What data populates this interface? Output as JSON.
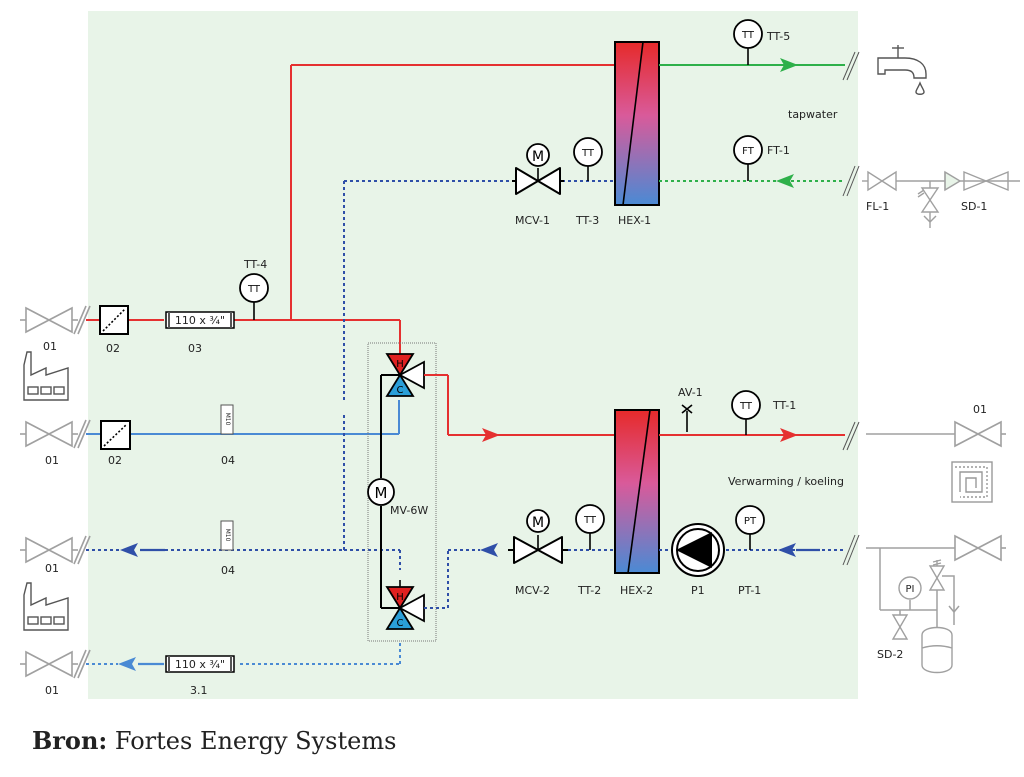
{
  "colors": {
    "background_panel": "#e8f4e8",
    "hot": "#e53030",
    "cold_supply": "#4a8ad4",
    "cold_return": "#2f4fa8",
    "tapwater": "#2eb04a",
    "external": "#a0a0a0",
    "hex_top": "#e62a2a",
    "hex_mid": "#d95a9a",
    "hex_bottom": "#4a8ad4",
    "valve_hot": "#e02020",
    "valve_cold": "#2a9fd8"
  },
  "labels": {
    "tt4": "TT-4",
    "tt4_inst": "TT",
    "tt5": "TT-5",
    "tt5_inst": "TT",
    "tt3": "TT-3",
    "tt3_inst": "TT",
    "ft1": "FT-1",
    "ft1_inst": "FT",
    "mcv1": "MCV-1",
    "mcv1_motor": "M",
    "hex1": "HEX-1",
    "tapwater": "tapwater",
    "fl1": "FL-1",
    "sd1": "SD-1",
    "mv6w": "MV-6W",
    "mv6w_motor": "M",
    "hot_port": "H",
    "cold_port": "C",
    "av1": "AV-1",
    "tt1": "TT-1",
    "tt1_inst": "TT",
    "hex2": "HEX-2",
    "tt2": "TT-2",
    "tt2_inst": "TT",
    "mcv2": "MCV-2",
    "mcv2_motor": "M",
    "p1": "P1",
    "pt1": "PT-1",
    "pt1_inst": "PT",
    "heating_cooling": "Verwarming / koeling",
    "pi_inst": "PI",
    "sd2": "SD-2",
    "valve_01": "01",
    "filter_02": "02",
    "pipe_03": "03",
    "pipe_04": "04",
    "pipe_31": "3.1",
    "pipe_spec": "110 x ¾\"",
    "m10": "M10"
  },
  "caption": {
    "prefix": "Bron:",
    "source": "Fortes Energy Systems"
  }
}
